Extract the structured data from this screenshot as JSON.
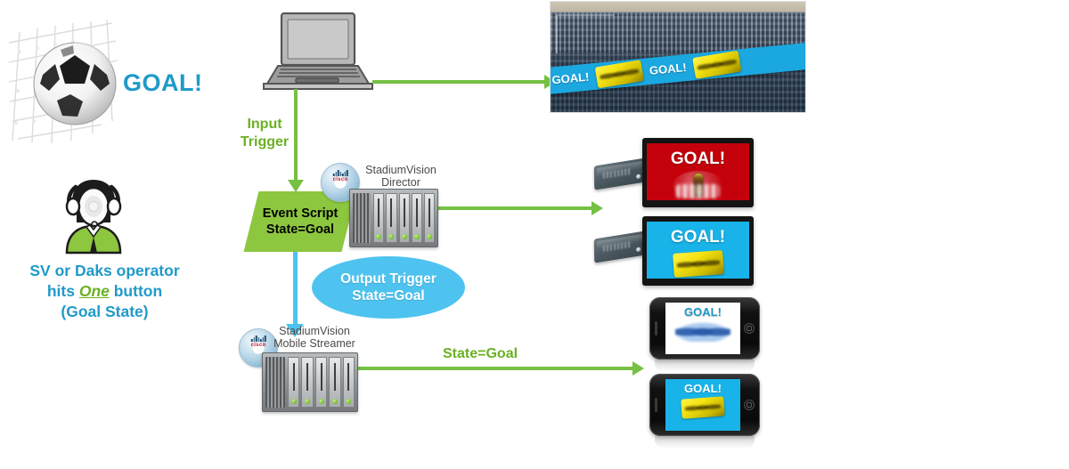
{
  "diagram": {
    "title": "GOAL! event trigger flow",
    "colors": {
      "accent_blue": "#1f9ac9",
      "accent_green": "#76c043",
      "script_green": "#8dc63f",
      "cyan": "#4ec3f0"
    }
  },
  "left": {
    "goal_headline": "GOAL!",
    "net_icon": "soccer-ball-in-net-icon",
    "operator_icon": "headset-operator-icon",
    "caption_line1": "SV or Daks operator",
    "caption_line2_before": "hits ",
    "caption_line2_emphasis": "One",
    "caption_line2_after": " button",
    "caption_line3": "(Goal State)"
  },
  "flow": {
    "laptop_icon": "laptop-icon",
    "input_trigger_label": "Input\nTrigger",
    "event_script_label": "Event Script\nState=Goal",
    "output_trigger_label": "Output Trigger\nState=Goal",
    "state_goal_label": "State=Goal"
  },
  "servers": [
    {
      "name": "sv-director",
      "label": "StadiumVision\nDirector",
      "logo": "cisco-disc-logo",
      "bays": 5
    },
    {
      "name": "sv-mobile-streamer",
      "label": "StadiumVision\nMobile Streamer",
      "logo": "cisco-disc-logo",
      "bays": 5
    }
  ],
  "stadium": {
    "photo_alt": "stadium-seating-photo",
    "ribbon_board": {
      "background": "#1ba7df",
      "messages": [
        "GOAL!",
        "GOAL!"
      ],
      "sponsor_logo": "yellow-sponsor-logo"
    }
  },
  "tvs": [
    {
      "name": "tv-red",
      "screen_bg": "#c4000b",
      "goal_text": "GOAL!",
      "goal_text_color": "#ffffff",
      "logo": "red-cola-sponsor-logo",
      "set_top_box": "set-top-box-icon"
    },
    {
      "name": "tv-cyan",
      "screen_bg": "#18b4e9",
      "goal_text": "GOAL!",
      "goal_text_color": "#ffffff",
      "logo": "yellow-sponsor-logo",
      "set_top_box": "set-top-box-icon"
    }
  ],
  "phones": [
    {
      "name": "phone-white",
      "screen_bg": "#ffffff",
      "goal_text": "GOAL!",
      "goal_text_color": "#1f9ac9",
      "logo": "blue-sponsor-logo"
    },
    {
      "name": "phone-cyan",
      "screen_bg": "#18b4e9",
      "goal_text": "GOAL!",
      "goal_text_color": "#ffffff",
      "logo": "yellow-sponsor-logo"
    }
  ]
}
